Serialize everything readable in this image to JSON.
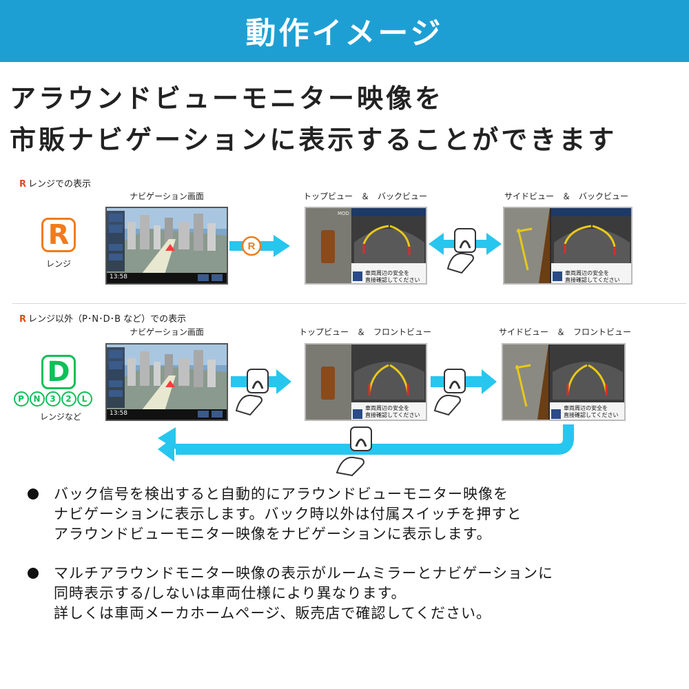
{
  "header": {
    "title": "動作イメージ"
  },
  "headline": {
    "line1": "アラウンドビューモニター映像を",
    "line2": "市販ナビゲーションに表示することができます"
  },
  "section_r": {
    "label_r": "R",
    "label": "レンジでの表示",
    "range_letter": "R",
    "range_caption": "レンジ",
    "nav_caption": "ナビゲーション画面",
    "view1_caption": "トップビュー　＆　バックビュー",
    "view2_caption": "サイドビュー　＆　バックビュー"
  },
  "section_other": {
    "label_r": "R",
    "label": "レンジ以外（P･N･D･B など）での表示",
    "range_letter": "D",
    "gears": [
      "P",
      "N",
      "3",
      "2",
      "L"
    ],
    "range_caption": "レンジなど",
    "nav_caption": "ナビゲーション画面",
    "view1_caption": "トップビュー　＆　フロントビュー",
    "view2_caption": "サイドビュー　＆　フロントビュー"
  },
  "screen_text": {
    "time": "13:58",
    "warning_line1": "車両周辺の安全を",
    "warning_line2": "直接確認してください",
    "mod": "MOD"
  },
  "bullets": [
    {
      "line1": "バック信号を検出すると自動的にアラウンドビューモニター映像を",
      "line2": "ナビゲーションに表示します。バック時以外は付属スイッチを押すと",
      "line3": "アラウンドビューモニター映像をナビゲーションに表示します。"
    },
    {
      "line1": "マルチアラウンドモニター映像の表示がルームミラーとナビゲーションに",
      "line2": "同時表示する/しないは車両仕様により異なります。",
      "line3": "詳しくは車両メーカホームページ、販売店で確認してください。"
    }
  ],
  "colors": {
    "header_bg": "#1e9fd3",
    "arrow": "#27c6ee",
    "r_orange": "#f07c1a",
    "d_green": "#0fbf57"
  }
}
